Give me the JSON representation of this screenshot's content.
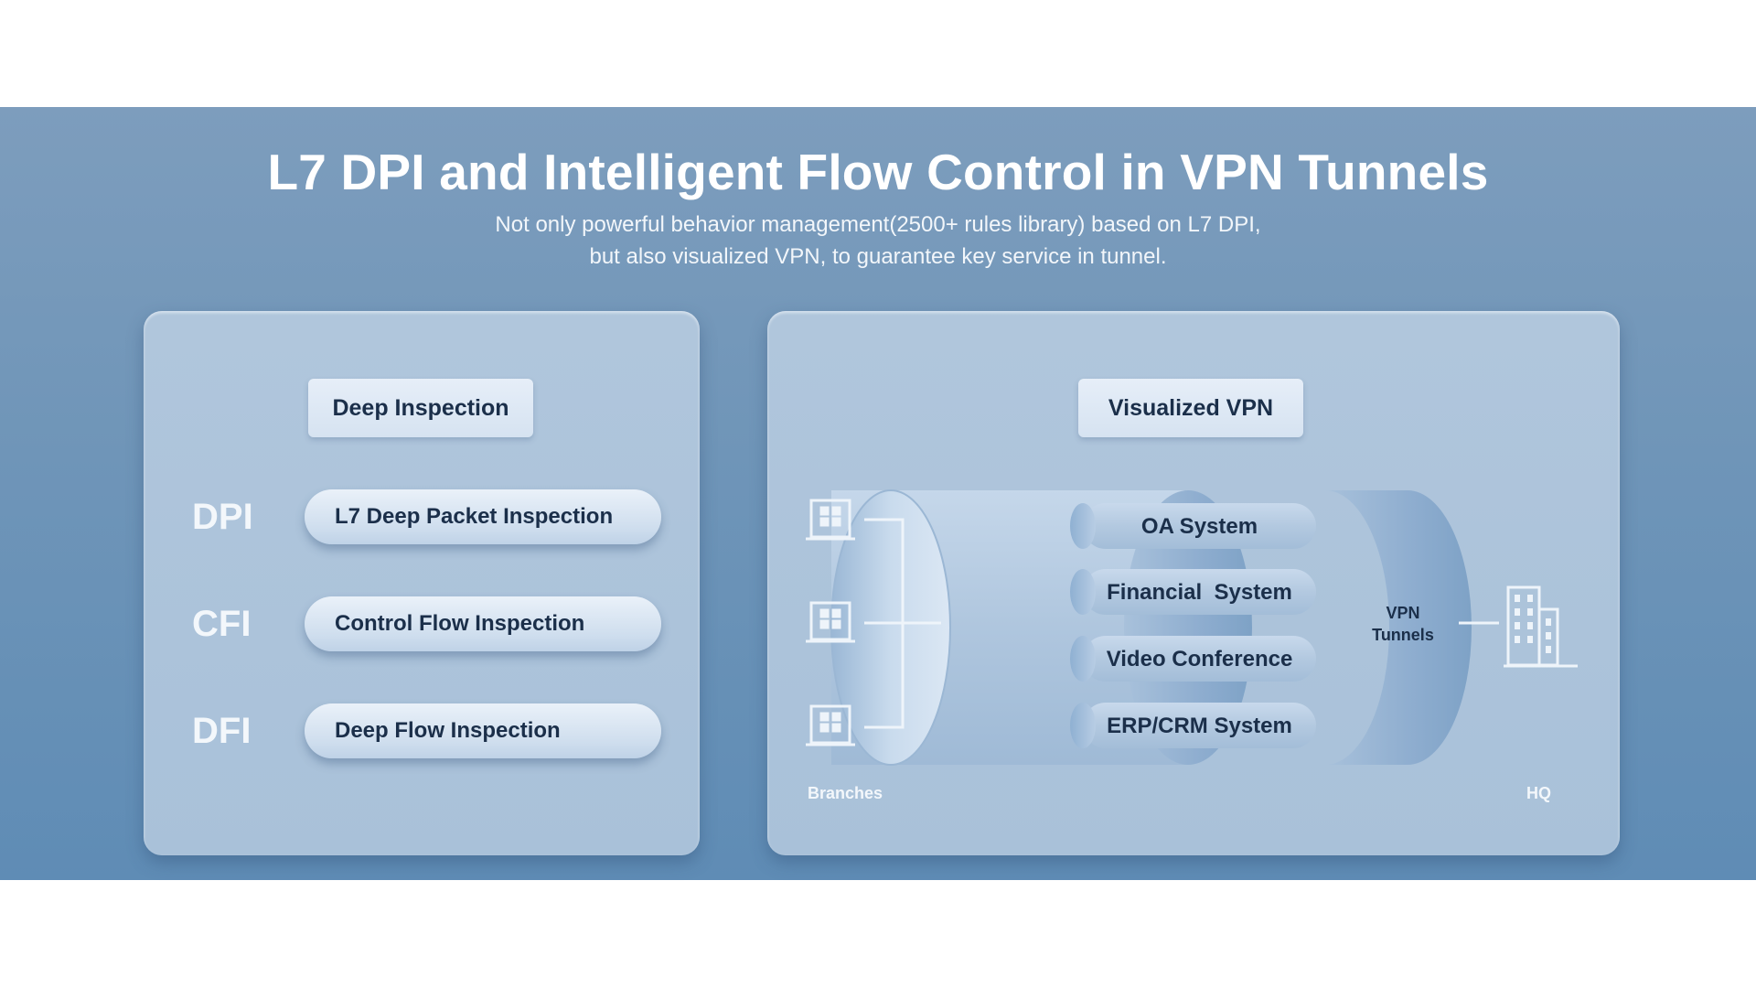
{
  "header": {
    "title": "L7 DPI and Intelligent Flow Control in VPN Tunnels",
    "subtitle_line1": "Not only powerful behavior management(2500+ rules library) based on L7 DPI,",
    "subtitle_line2": "but also visualized VPN, to guarantee key service in tunnel."
  },
  "deep_inspection": {
    "tag": "Deep Inspection",
    "rows": [
      {
        "abbr": "DPI",
        "label": "L7 Deep Packet Inspection"
      },
      {
        "abbr": "CFI",
        "label": "Control Flow Inspection"
      },
      {
        "abbr": "DFI",
        "label": "Deep Flow Inspection"
      }
    ]
  },
  "visualized_vpn": {
    "tag": "Visualized VPN",
    "systems": [
      "OA System",
      "Financial  System",
      "Video Conference",
      "ERP/CRM System"
    ],
    "tunnel_label_line1": "VPN",
    "tunnel_label_line2": "Tunnels",
    "branches_label": "Branches",
    "hq_label": "HQ"
  },
  "colors": {
    "banner": "#6f95b8",
    "panel": "#acc3da",
    "text_dark": "#1b2f4a",
    "text_light": "#ffffff"
  },
  "icons": {
    "branch": "building-icon",
    "hq": "office-tower-icon"
  }
}
